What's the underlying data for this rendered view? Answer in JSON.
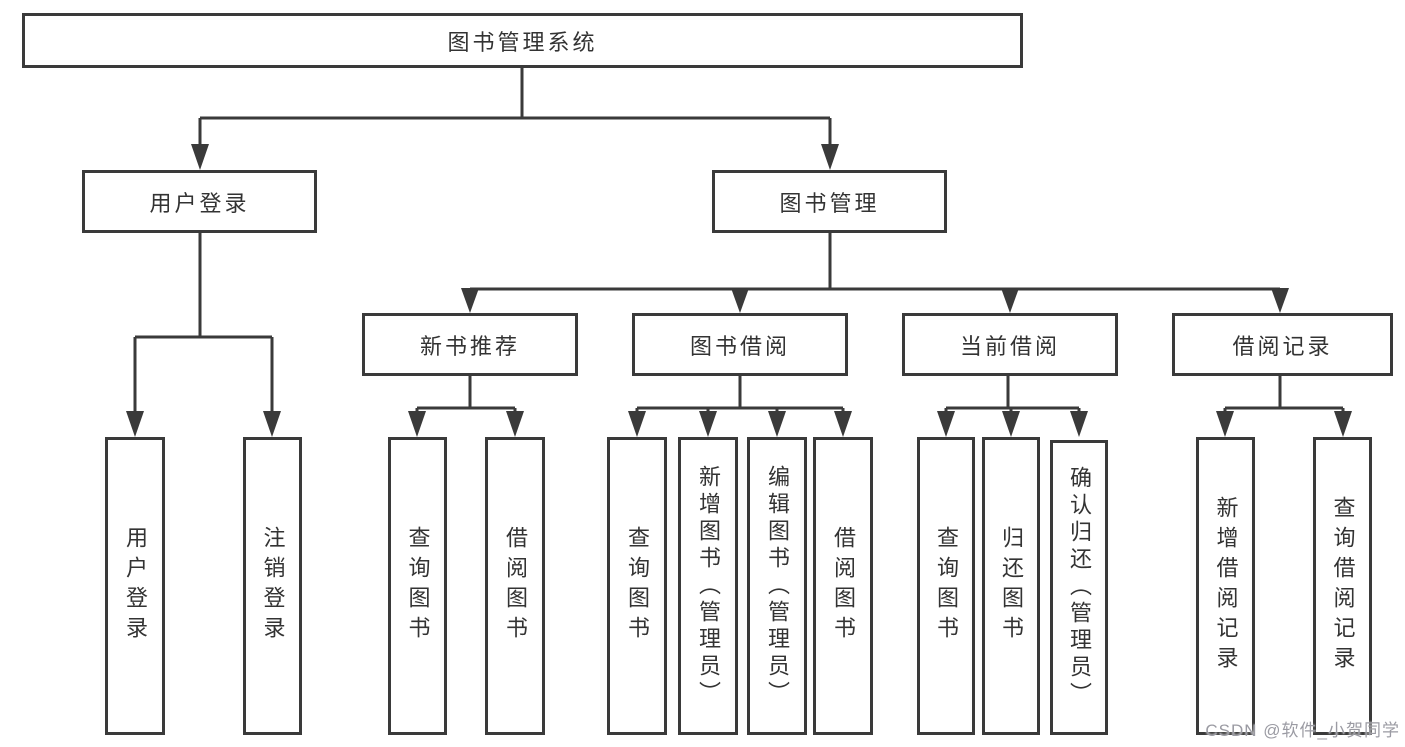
{
  "diagram": {
    "root": {
      "label": "图书管理系统"
    },
    "level2": [
      {
        "label": "用户登录"
      },
      {
        "label": "图书管理"
      }
    ],
    "level3": [
      {
        "label": "新书推荐"
      },
      {
        "label": "图书借阅"
      },
      {
        "label": "当前借阅"
      },
      {
        "label": "借阅记录"
      }
    ],
    "leaves": {
      "user_login": [
        "用户登录",
        "注销登录"
      ],
      "new_books": [
        "查询图书",
        "借阅图书"
      ],
      "book_borrow": [
        "查询图书",
        "新增图书（管理员）",
        "编辑图书（管理员）",
        "借阅图书"
      ],
      "current_borrow": [
        "查询图书",
        "归还图书",
        "确认归还（管理员）"
      ],
      "borrow_records": [
        "新增借阅记录",
        "查询借阅记录"
      ]
    },
    "colors": {
      "line": "#3a3a3a",
      "border": "#3a3a3a",
      "text": "#333333",
      "watermark": "#9b9ba3"
    }
  },
  "watermark": {
    "text": "CSDN @软件_小贺同学"
  }
}
